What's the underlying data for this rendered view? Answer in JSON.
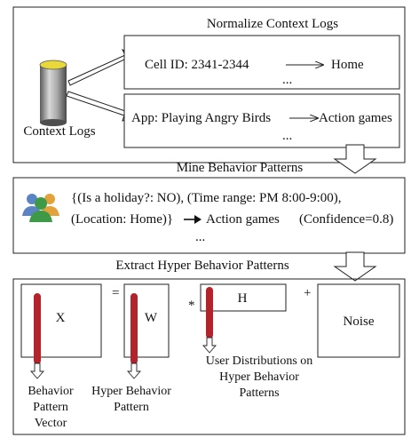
{
  "stage1": {
    "title": "Normalize Context Logs",
    "source_label": "Context Logs",
    "log_a": {
      "left": "Cell ID: 2341-2344",
      "right": "Home",
      "ellipsis": "..."
    },
    "log_b": {
      "left": "App: Playing Angry Birds",
      "right": "Action games",
      "ellipsis": "..."
    }
  },
  "stage2": {
    "title": "Mine Behavior Patterns",
    "line1": "{(Is a holiday?: NO), (Time range: PM 8:00-9:00),",
    "line2_a": "(Location: Home)}",
    "line2_b": "Action games",
    "line2_c": "(Confidence=0.8)",
    "ellipsis": "..."
  },
  "stage3": {
    "title": "Extract Hyper Behavior Patterns",
    "matrix_x": "X",
    "matrix_w": "W",
    "matrix_h": "H",
    "noise": "Noise",
    "op_equals": "=",
    "op_times": "*",
    "op_plus": "+",
    "label_x": [
      "Behavior",
      "Pattern",
      "Vector"
    ],
    "label_w": [
      "Hyper Behavior",
      "Pattern"
    ],
    "label_h": [
      "User Distributions on",
      "Hyper Behavior",
      "Patterns"
    ]
  },
  "colors": {
    "bar_red": "#b3232b",
    "cylinder_top": "#e8d83a",
    "cylinder_body": "#8a8a8a",
    "line": "#222222"
  },
  "icons": {
    "database": "database-cylinder-icon",
    "users": "users-group-icon"
  }
}
